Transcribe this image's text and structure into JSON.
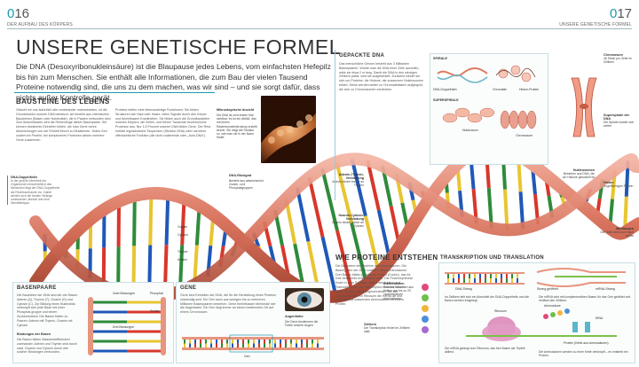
{
  "header": {
    "left_page_number": "016",
    "left_section": "DER AUFBAU DES KÖRPERS",
    "right_page_number": "017",
    "right_section": "UNSERE GENETISCHE FORMEL"
  },
  "title": "UNSERE GENETISCHE FORMEL",
  "intro": "Die DNA (Desoxyribonukleinsäure) ist die Blaupause jedes Lebens, vom einfachsten Hefepilz bis hin zum Menschen. Sie enthält alle Informationen, die zum Bau der vielen Tausend Proteine notwendig sind, die uns zu dem machen, was wir sind – und sie sorgt dafür, dass nichts außer Kontrolle gerät.",
  "bausteine": {
    "heading": "BAUSTEINE DES LEBENS",
    "col1": "Obwohl wir uns äußerlich alle voneinander unterscheiden, ist die Grundstruktur unserer DNA identisch: sie besteht aus chemischen Bausteinen (Basen oder Nukleotide), die in Paaren verbunden sind. Zum Aufschlüsseln wird die Reihenfolge dieser Basenpaare. Sie können bestimmte Einheiten bilden, die man Gene nennt. Abweichungen von der Einheit führen zu Mutationen. Jedes Gen codiert ein Protein; bei komplexeren Proteinen wirken mehrere Gene zusammen.",
    "col2": "Proteine helfen viele lebenswichtige Funktionen: Sie bilden Strukturen wie Haut oder Haare, leiten Signale durch den Körper und beeinflussen Krankheiten. Sie bilden auch die Grundbausteine unseres Körpers, die Zellen, und führen Tausende biochemische Prozesse aus. Nur 1,5 Prozent unserer DNA bilden Gene. Der Rest enthält regulatorische Sequenzen (Struktur-DNA) oder hat keine offensichtliche Funktion (die nicht codierende oder „Junk-DNA“)."
  },
  "micro": {
    "title": "Mikroskopische Ansicht",
    "text": "Die DNA ist zum ersten Mal sichtbar: es ist ein Abbild, das mit einem Rastertunnelmikroskop erstellt wurde. Sie zeigt die Struktur so, wie man sie in der Natur findet."
  },
  "dna_rueckgrat": {
    "title": "DNA-Rückgrat",
    "text": "Besteht aus abwechselnd Zucker- und Phosphatgruppen"
  },
  "dna_doppelhelix": {
    "title": "DNA-Doppelhelix",
    "text": "In der großen Mehrheit der Organismen einschließlich des Menschen liegt die DNA-Doppelhelix als Rechtsschraube vor. Dabei winden sich die beiden Stränge umeinander, ähnlich wie eine Wendeltreppe."
  },
  "helix_labels": {
    "adenin_thymin": "Adenin-Thymin-Verbindung",
    "adenin_thymin_sub": "Adenin bindet immer an Thymin",
    "guanin_cytosin": "Guanin-Cytosin-Verbindung",
    "guanin_cytosin_sub": "Guanin bindet immer an Cytosin",
    "guanin": "Guanin",
    "cytosin": "Cytosin",
    "thymin": "Thymin",
    "adenin": "Adenin",
    "windungen": "Windungen",
    "windungen_sub": "Die Helix dreht sich nach rechts"
  },
  "gepackte_dna": {
    "heading": "GEPACKTE DNA",
    "text": "Das menschliche Genom besteht aus 3 Milliarden Basenpaaren. Würde man die DNA einer Zelle ausrollen, wäre sie etwa 2 m lang. Damit die DNA in den winzigen Zellkern passt, wird sie aufgewickelt: Zunächst windet sie sich um Proteine, die Histone, die zusammen Nukleosomen bilden. Diese werden weiter zu Chromatinfasern aufgespult, die sich zu Chromosomen verdichten.",
    "labels": {
      "spirale": "SPIRALE",
      "dna_doppelhelix": "DNA-Doppelhelix",
      "chromatin": "Chromatin",
      "histon_protein": "Histon-Protein",
      "nukleosom": "Nukleosom",
      "superspirale": "SUPERSPIRALE",
      "chromosom": "Chromosom",
      "chromosom_desc": "46 Stück pro Zelle im Zellkern",
      "superspirale_dna": "Superspirale der DNA",
      "superspirale_dna_desc": "Die Spirale windet sich weiter",
      "nukleosomen": "Nukleosomen",
      "nukleosomen_desc": "Bestehen aus DNA, die um Histone gewickelt ist",
      "histon": "Histon",
      "histon_desc": "Kugelförmiges Protein"
    }
  },
  "basenpaare": {
    "heading": "BASENPAARE",
    "text": "Die Bausteine der DNA sind die vier Basen Adenin (A), Thymin (T), Guanin (G) und Cytosin (C). Zur Bildung eines Nukleotids verknüpft sich jede Base mit einer Phosphat-gruppe und einem Zuckermolekül. Die Basen bilden zu Paaren: Adenin mit Thymin, Guanin mit Cytosin.",
    "subheading": "Bindungen der Basen",
    "subtext": "Die Basen bilden Wasserstoffbrücken zueinander. Adenin und Thymin sind durch zwei, Guanin und Cytosin durch drei solcher Bindungen verbunden.",
    "labels": {
      "zwei": "Zwei Bindungen",
      "drei": "Drei Bindungen",
      "phosphat": "Phosphat",
      "zucker": "Zucker"
    }
  },
  "gene": {
    "heading": "GENE",
    "text": "Gene sind Einheiten der DNA, die für die Herstellung eines Proteins notwendig sind. Ein Gen kann aus wenigen bis zu mehreren Millionen Basenpaaren bestehen. Gene beeinflussen Merkmale wie die Augenfarbe. Ein Gen liegt immer an einem bestimmten Ort auf einem Chromosom.",
    "augenfarbe_title": "Augenfarbe",
    "augenfarbe_text": "Die Gene bestimmen die Farbe unserer Augen.",
    "gen_label": "Gen"
  },
  "proteine": {
    "heading": "WIE PROTEINE ENTSTEHEN",
    "text": "Die Bausteine der Proteine sind Aminosäuren. Die Basenpaare der DNA codieren diese Aminosäuren. Drei Basen bilden jeweils ein Triplett (Codon), das für eine bestimmte Aminosäure steht. Die Proteinsynthese findet in zwei Schritten statt: Transkription und Translation. Bei der Transkription wird ein Gen in Boten-RNA (mRNA) abgeschrieben. Bei der Translation liest ein Ribosom die mRNA ab und verknüpft die passenden Aminosäuren zu einem Protein.",
    "aminosaeure_title": "Aminosäuren",
    "aminosaeure_text": "Proteine bestehen aus Ketten von bis zu 20 verschiedenen Aminosäuren.",
    "zellkern_title": "Zellkern",
    "zellkern_text": "Die Transkription findet im Zellkern statt."
  },
  "transkription": {
    "heading": "TRANSKRIPTION UND TRANSLATION",
    "labels": {
      "dna_strang": "DNA-Strang",
      "strang_offen": "Strang geöffnet",
      "mrna": "mRNA-Strang",
      "ribosom": "Ribosom",
      "aminosaeure": "Aminosäure",
      "trna": "tRNA",
      "protein": "Protein (Kette aus Aminosäuren)"
    },
    "step1": "Im Zellkern teilt sich ein Abschnitt der DNA-Doppelhelix und die Basen werden freigelegt.",
    "step2": "Die mRNA wird mit komplementären Basen für das Gen gebildet und verlässt den Zellkern.",
    "step3": "Die mRNA gelangt zum Ribosom, das ihre Basen als Triplett abliest.",
    "step4": "Die Aminosäuren werden zu einer Kette verknüpft – es entsteht ein Protein."
  },
  "colors": {
    "accent": "#1a9ab0",
    "backbone": "#e0806c",
    "adenin": "#2e8b3a",
    "thymin": "#e8c531",
    "guanin": "#1f58b8",
    "cytosin": "#d8372b"
  }
}
